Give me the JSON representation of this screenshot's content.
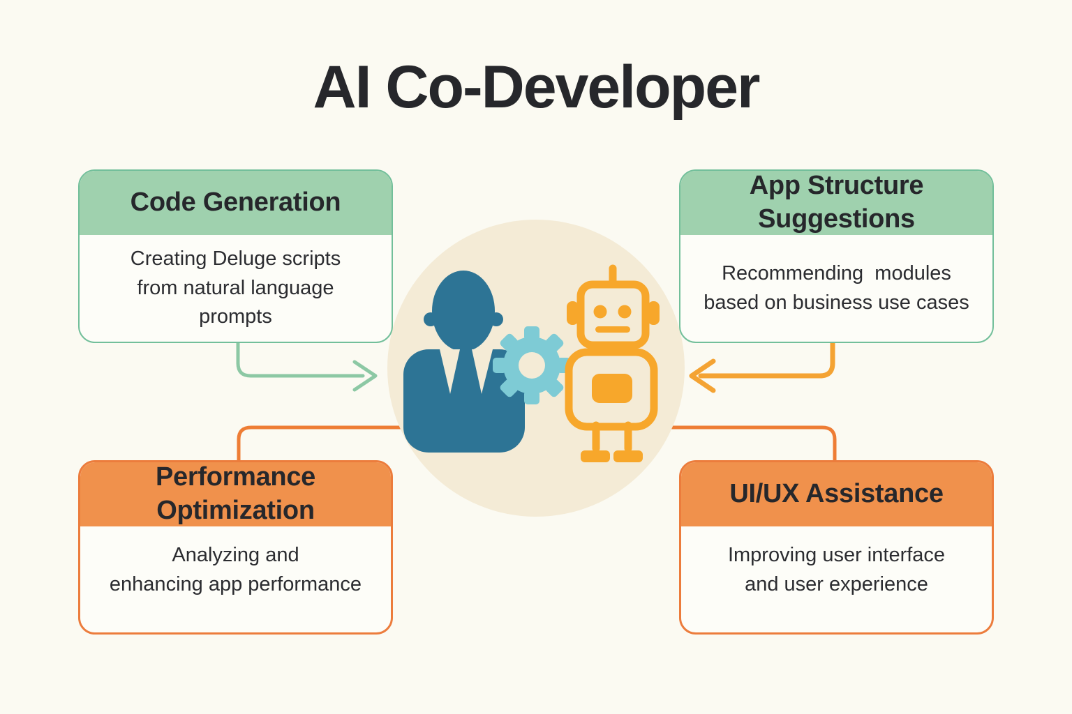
{
  "title": "AI Co-Developer",
  "colors": {
    "background": "#fbfaf2",
    "card_bg": "#fdfdf8",
    "green_header": "#9fd1ae",
    "green_border": "#72bf9a",
    "green_arrow": "#8cc8a4",
    "orange_header": "#f0914c",
    "orange_border": "#ec7c3c",
    "orange_connector": "#ee7d35",
    "gold_arrow": "#f4a333",
    "circle_fill": "#f4ebd6",
    "person": "#2d7495",
    "gear": "#7ecbd5",
    "robot": "#f7a72b",
    "text_dark": "#26272b",
    "text_body": "#2b2c30"
  },
  "cards": [
    {
      "id": "code-generation",
      "accent": "green",
      "title": "Code Generation",
      "body": "Creating Deluge scripts\nfrom natural language\nprompts"
    },
    {
      "id": "app-structure-suggestions",
      "accent": "green",
      "title": "App Structure\nSuggestions",
      "body": "Recommending  modules\nbased on business use cases"
    },
    {
      "id": "performance-optimization",
      "accent": "orange",
      "title": "Performance\nOptimization",
      "body": "Analyzing and\nenhancing app performance"
    },
    {
      "id": "ui-ux-assistance",
      "accent": "orange",
      "title": "UI/UX Assistance",
      "body": "Improving user interface\nand user experience"
    }
  ],
  "center_illustration": {
    "icons": [
      "person-icon",
      "gear-icon",
      "robot-icon"
    ],
    "description_semantic": "developer and robot collaborating"
  }
}
